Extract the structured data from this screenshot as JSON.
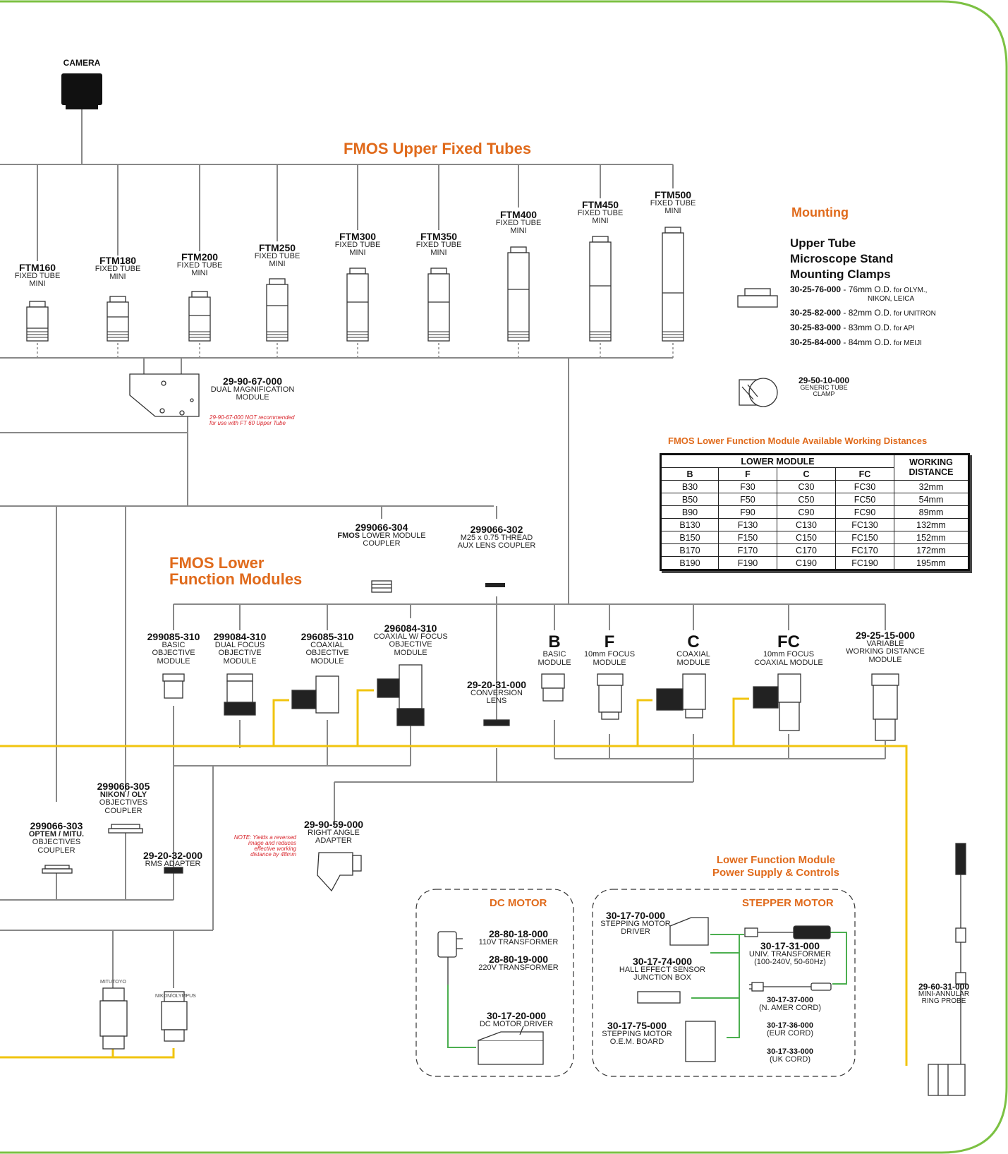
{
  "colors": {
    "accent": "#e06a1b",
    "frame": "#7cc143",
    "signal": "#f1c40f",
    "line": "#888888",
    "wire": "#4caf50",
    "note": "#d8232a"
  },
  "camera": {
    "label": "CAMERA"
  },
  "upper": {
    "title": "FMOS Upper Fixed Tubes",
    "tubes": [
      {
        "pn": "FTM160",
        "l1": "FIXED TUBE",
        "l2": "MINI"
      },
      {
        "pn": "FTM180",
        "l1": "FIXED TUBE",
        "l2": "MINI"
      },
      {
        "pn": "FTM200",
        "l1": "FIXED TUBE",
        "l2": "MINI"
      },
      {
        "pn": "FTM250",
        "l1": "FIXED TUBE",
        "l2": "MINI"
      },
      {
        "pn": "FTM300",
        "l1": "FIXED TUBE",
        "l2": "MINI"
      },
      {
        "pn": "FTM350",
        "l1": "FIXED TUBE",
        "l2": "MINI"
      },
      {
        "pn": "FTM400",
        "l1": "FIXED TUBE",
        "l2": "MINI"
      },
      {
        "pn": "FTM450",
        "l1": "FIXED TUBE",
        "l2": "MINI"
      },
      {
        "pn": "FTM500",
        "l1": "FIXED TUBE",
        "l2": "MINI"
      }
    ]
  },
  "dual_mag": {
    "pn": "29-90-67-000",
    "l1": "DUAL MAGNIFICATION",
    "l2": "MODULE",
    "note1": "29-90-67-000 NOT recommended",
    "note2": "for use with FT 60 Upper Tube"
  },
  "mounting": {
    "title": "Mounting",
    "h1": "Upper Tube",
    "h2": "Microscope Stand",
    "h3": "Mounting Clamps",
    "clamps": [
      {
        "pn": "30-25-76-000",
        "dash": " - ",
        "size": "76mm O.D.",
        "for": " for OLYM.,"
      },
      {
        "pn": "30-25-82-000",
        "dash": " - ",
        "size": "82mm O.D.",
        "for": " for UNITRON"
      },
      {
        "pn": "30-25-83-000",
        "dash": " - ",
        "size": "83mm O.D.",
        "for": " for API"
      },
      {
        "pn": "30-25-84-000",
        "dash": " - ",
        "size": "84mm O.D.",
        "for": " for MEIJI"
      }
    ],
    "clamp1_line2": "NIKON, LEICA",
    "generic": {
      "pn": "29-50-10-000",
      "l1": "GENERIC TUBE",
      "l2": "CLAMP"
    }
  },
  "wd_table": {
    "title": "FMOS Lower Function Module Available Working Distances",
    "group": "LOWER MODULE",
    "wd": "WORKING DISTANCE",
    "cols": [
      "B",
      "F",
      "C",
      "FC"
    ],
    "rows": [
      [
        "B30",
        "F30",
        "C30",
        "FC30",
        "32mm"
      ],
      [
        "B50",
        "F50",
        "C50",
        "FC50",
        "54mm"
      ],
      [
        "B90",
        "F90",
        "C90",
        "FC90",
        "89mm"
      ],
      [
        "B130",
        "F130",
        "C130",
        "FC130",
        "132mm"
      ],
      [
        "B150",
        "F150",
        "C150",
        "FC150",
        "152mm"
      ],
      [
        "B170",
        "F170",
        "C170",
        "FC170",
        "172mm"
      ],
      [
        "B190",
        "F190",
        "C190",
        "FC190",
        "195mm"
      ]
    ]
  },
  "lower": {
    "title1": "FMOS Lower",
    "title2": "Function Modules",
    "c304": {
      "pn": "299066-304",
      "b": "FMOS",
      "l1": " LOWER MODULE",
      "l2": "COUPLER"
    },
    "c302": {
      "pn": "299066-302",
      "l1": "M25 x 0.75 THREAD",
      "l2": "AUX LENS COUPLER"
    },
    "m310a": {
      "pn": "299085-310",
      "l1": "BASIC",
      "l2": "OBJECTIVE",
      "l3": "MODULE"
    },
    "m310b": {
      "pn": "299084-310",
      "l1": "DUAL FOCUS",
      "l2": "OBJECTIVE",
      "l3": "MODULE"
    },
    "m310c": {
      "pn": "296085-310",
      "l1": "COAXIAL",
      "l2": "OBJECTIVE",
      "l3": "MODULE"
    },
    "m310d": {
      "pn": "296084-310",
      "l1": "COAXIAL W/ FOCUS",
      "l2": "OBJECTIVE",
      "l3": "MODULE"
    },
    "conv": {
      "pn": "29-20-31-000",
      "l1": "CONVERSION",
      "l2": "LENS"
    },
    "B": {
      "pn": "B",
      "l1": "BASIC",
      "l2": "MODULE"
    },
    "F": {
      "pn": "F",
      "l1": "10mm FOCUS",
      "l2": "MODULE"
    },
    "C": {
      "pn": "C",
      "l1": "COAXIAL",
      "l2": "MODULE"
    },
    "FC": {
      "pn": "FC",
      "l1": "10mm FOCUS",
      "l2": "COAXIAL MODULE"
    },
    "vwd": {
      "pn": "29-25-15-000",
      "l1": "VARIABLE",
      "l2": "WORKING DISTANCE",
      "l3": "MODULE"
    }
  },
  "couplers": {
    "c305": {
      "pn": "299066-305",
      "l1": "NIKON / OLY",
      "l2": "OBJECTIVES",
      "l3": "COUPLER"
    },
    "c303": {
      "pn": "299066-303",
      "l1": "OPTEM / MITU.",
      "l2": "OBJECTIVES",
      "l3": "COUPLER"
    },
    "rms": {
      "pn": "29-20-32-000",
      "l1": "RMS ADAPTER"
    },
    "ra": {
      "pn": "29-90-59-000",
      "l1": "RIGHT ANGLE",
      "l2": "ADAPTER"
    },
    "ra_note": [
      "NOTE: Yields a reversed",
      "image and reduces",
      "effective working",
      "distance by 48mm"
    ],
    "mitutoyo": "MITUTOYO",
    "nikon": "NIKON/OLYMPUS"
  },
  "power": {
    "title1": "Lower Function Module",
    "title2": "Power Supply & Controls",
    "dc": {
      "title": "DC MOTOR",
      "t110": {
        "pn": "28-80-18-000",
        "l1": "110V TRANSFORMER"
      },
      "t220": {
        "pn": "28-80-19-000",
        "l1": "220V TRANSFORMER"
      },
      "drv": {
        "pn": "30-17-20-000",
        "l1": "DC MOTOR DRIVER"
      }
    },
    "stepper": {
      "title": "STEPPER MOTOR",
      "s70": {
        "pn": "30-17-70-000",
        "l1": "STEPPING MOTOR",
        "l2": "DRIVER"
      },
      "s74": {
        "pn": "30-17-74-000",
        "l1": "HALL EFFECT SENSOR",
        "l2": "JUNCTION BOX"
      },
      "s75": {
        "pn": "30-17-75-000",
        "l1": "STEPPING MOTOR",
        "l2": "O.E.M. BOARD"
      },
      "s31": {
        "pn": "30-17-31-000",
        "l1": "UNIV. TRANSFORMER",
        "l2": "(100-240V, 50-60Hz)"
      },
      "s37": {
        "pn": "30-17-37-000",
        "l1": "(N. AMER CORD)"
      },
      "s36": {
        "pn": "30-17-36-000",
        "l1": "(EUR CORD)"
      },
      "s33": {
        "pn": "30-17-33-000",
        "l1": "(UK CORD)"
      }
    }
  },
  "probe": {
    "pn": "29-60-31-000",
    "l1": "MINI-ANNULAR",
    "l2": "RING PROBE"
  }
}
